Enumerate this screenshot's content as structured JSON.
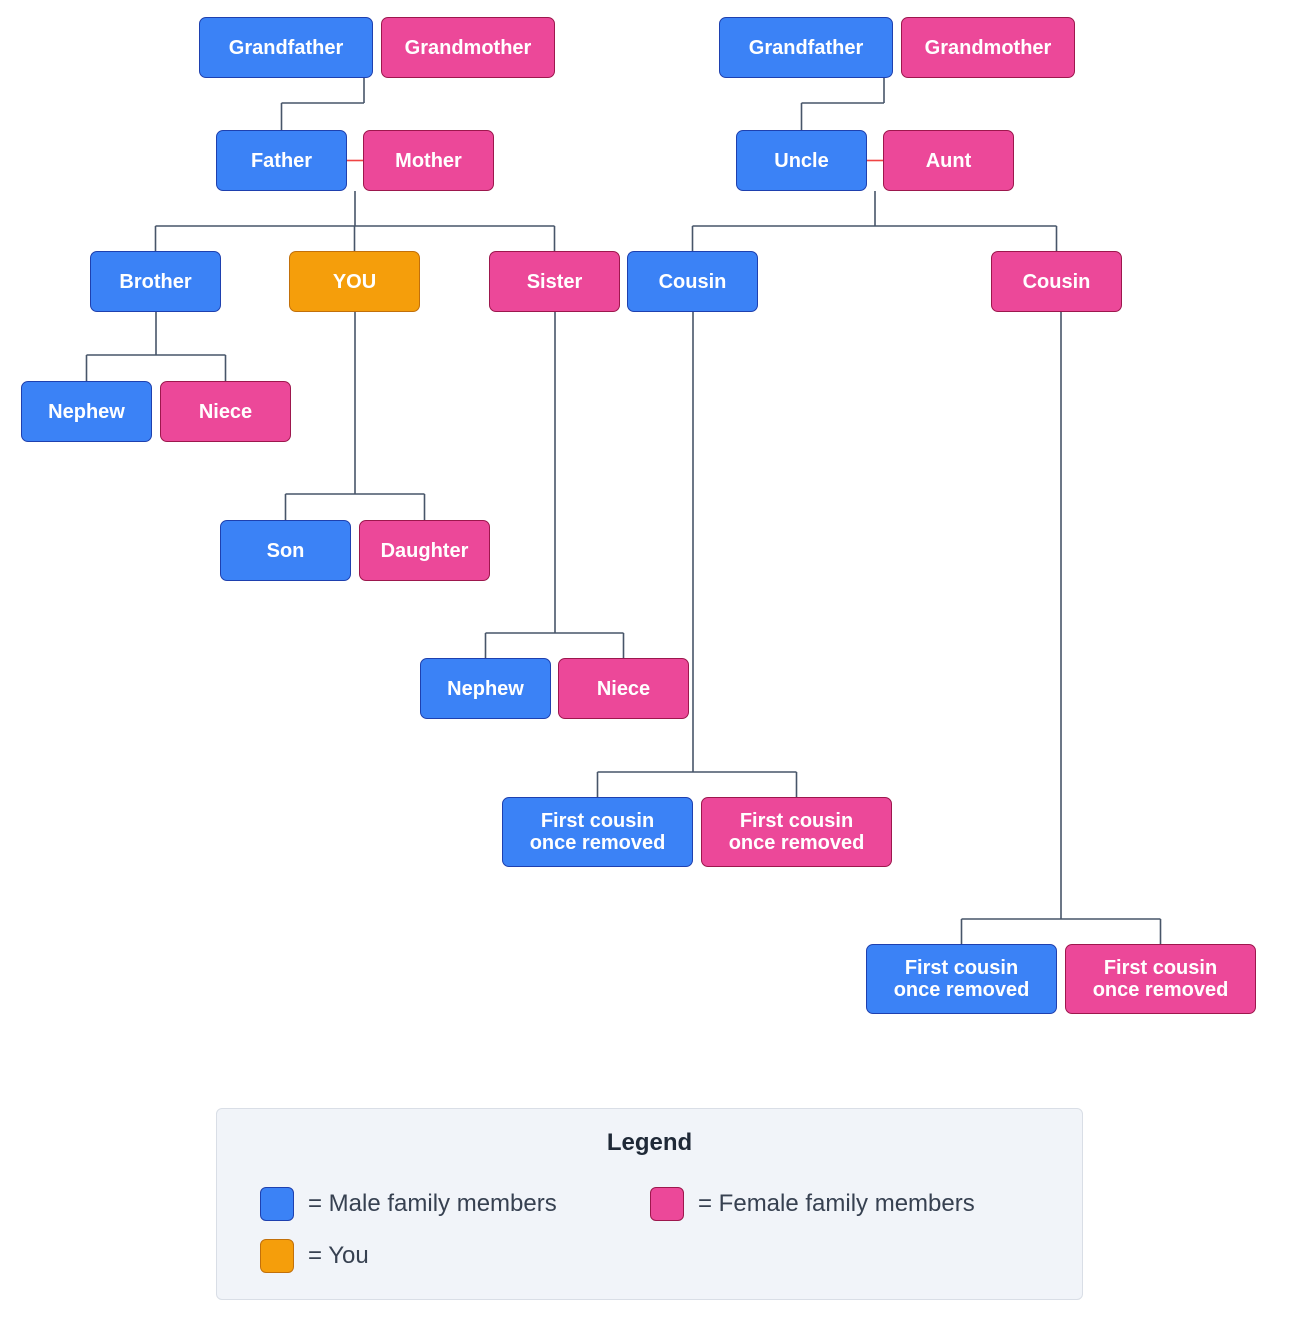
{
  "diagram": {
    "nodes": [
      {
        "id": "pgf",
        "label": "Grandfather",
        "gender": "male"
      },
      {
        "id": "pgm",
        "label": "Grandmother",
        "gender": "female"
      },
      {
        "id": "mgf",
        "label": "Grandfather",
        "gender": "male"
      },
      {
        "id": "mgm",
        "label": "Grandmother",
        "gender": "female"
      },
      {
        "id": "father",
        "label": "Father",
        "gender": "male"
      },
      {
        "id": "mother",
        "label": "Mother",
        "gender": "female"
      },
      {
        "id": "uncle",
        "label": "Uncle",
        "gender": "male"
      },
      {
        "id": "aunt",
        "label": "Aunt",
        "gender": "female"
      },
      {
        "id": "brother",
        "label": "Brother",
        "gender": "male"
      },
      {
        "id": "you",
        "label": "YOU",
        "gender": "you"
      },
      {
        "id": "sister",
        "label": "Sister",
        "gender": "female"
      },
      {
        "id": "cousin1",
        "label": "Cousin",
        "gender": "male"
      },
      {
        "id": "cousin2",
        "label": "Cousin",
        "gender": "female"
      },
      {
        "id": "nephew1",
        "label": "Nephew",
        "gender": "male"
      },
      {
        "id": "niece1",
        "label": "Niece",
        "gender": "female"
      },
      {
        "id": "son",
        "label": "Son",
        "gender": "male"
      },
      {
        "id": "daughter",
        "label": "Daughter",
        "gender": "female"
      },
      {
        "id": "nephew2",
        "label": "Nephew",
        "gender": "male"
      },
      {
        "id": "niece2",
        "label": "Niece",
        "gender": "female"
      },
      {
        "id": "fc1m",
        "label": "First cousin\nonce removed",
        "gender": "male"
      },
      {
        "id": "fc1f",
        "label": "First cousin\nonce removed",
        "gender": "female"
      },
      {
        "id": "fc2m",
        "label": "First cousin\nonce removed",
        "gender": "male"
      },
      {
        "id": "fc2f",
        "label": "First cousin\nonce removed",
        "gender": "female"
      }
    ],
    "marriages": [
      [
        "father",
        "mother"
      ],
      [
        "uncle",
        "aunt"
      ]
    ],
    "parent_child": [
      {
        "parents": [
          "pgf",
          "pgm"
        ],
        "children": [
          "father"
        ]
      },
      {
        "parents": [
          "mgf",
          "mgm"
        ],
        "children": [
          "uncle"
        ]
      },
      {
        "parents": [
          "father",
          "mother"
        ],
        "children": [
          "brother",
          "you",
          "sister"
        ]
      },
      {
        "parents": [
          "uncle",
          "aunt"
        ],
        "children": [
          "cousin1",
          "cousin2"
        ]
      },
      {
        "parents": [
          "brother"
        ],
        "children": [
          "nephew1",
          "niece1"
        ]
      },
      {
        "parents": [
          "you"
        ],
        "children": [
          "son",
          "daughter"
        ]
      },
      {
        "parents": [
          "sister"
        ],
        "children": [
          "nephew2",
          "niece2"
        ]
      },
      {
        "parents": [
          "cousin1"
        ],
        "children": [
          "fc1m",
          "fc1f"
        ]
      },
      {
        "parents": [
          "cousin2"
        ],
        "children": [
          "fc2m",
          "fc2f"
        ]
      }
    ]
  },
  "legend": {
    "title": "Legend",
    "items": [
      {
        "key": "male",
        "text": "= Male family members"
      },
      {
        "key": "female",
        "text": "= Female family members"
      },
      {
        "key": "you",
        "text": "= You"
      }
    ]
  },
  "colors": {
    "male": "#3b82f6",
    "female": "#ec4899",
    "you": "#f59e0b",
    "connector": "#475569",
    "marriage": "#ef4444"
  }
}
